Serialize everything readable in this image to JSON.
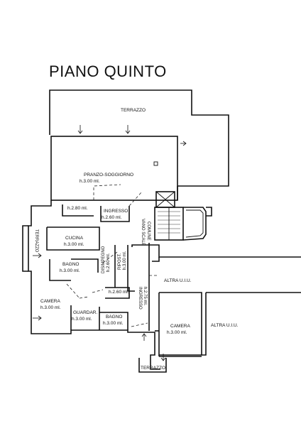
{
  "title": "PIANO QUINTO",
  "rooms": {
    "terrazzo_top": "TERRAZZO",
    "pranzo": "PRANZO-SOGGIORNO",
    "pranzo_h": "h.3.00 ml.",
    "ingresso": "INGRESSO",
    "ingresso_h": "h.2.60 ml.",
    "h280": "h.2.80 ml.",
    "cucina": "CUCINA",
    "cucina_h": "h.3.00 ml.",
    "terrazzo_left": "TERRAZZO",
    "bagno1": "BAGNO",
    "bagno1_h": "h.3.00 ml.",
    "disimpegno": "DISIMPEGNO",
    "disimpegno_h": "h.2.60 ml.",
    "ripostiglio": "RIPOST.",
    "ripostiglio_h": "h.3.00 ml.",
    "vano_scale": "VANO SCALE",
    "comune": "COMUNE",
    "ingresso2": "INGRESSO",
    "ingresso2_h": "h.2.75 ml.",
    "altra_uiu_1": "ALTRA U.I.U.",
    "altra_uiu_2": "ALTRA U.I.U.",
    "camera1": "CAMERA",
    "camera1_h": "h.3.00 ml.",
    "h260": "h.2.60 ml.",
    "guardaroba": "GUARDAR.",
    "guardaroba_h": "h.3.00 ml.",
    "bagno2": "BAGNO",
    "bagno2_h": "h.3.00 ml.",
    "camera2": "CAMERA",
    "camera2_h": "h.3.00 ml.",
    "terrazzo_bottom": "TERRAZZO"
  }
}
